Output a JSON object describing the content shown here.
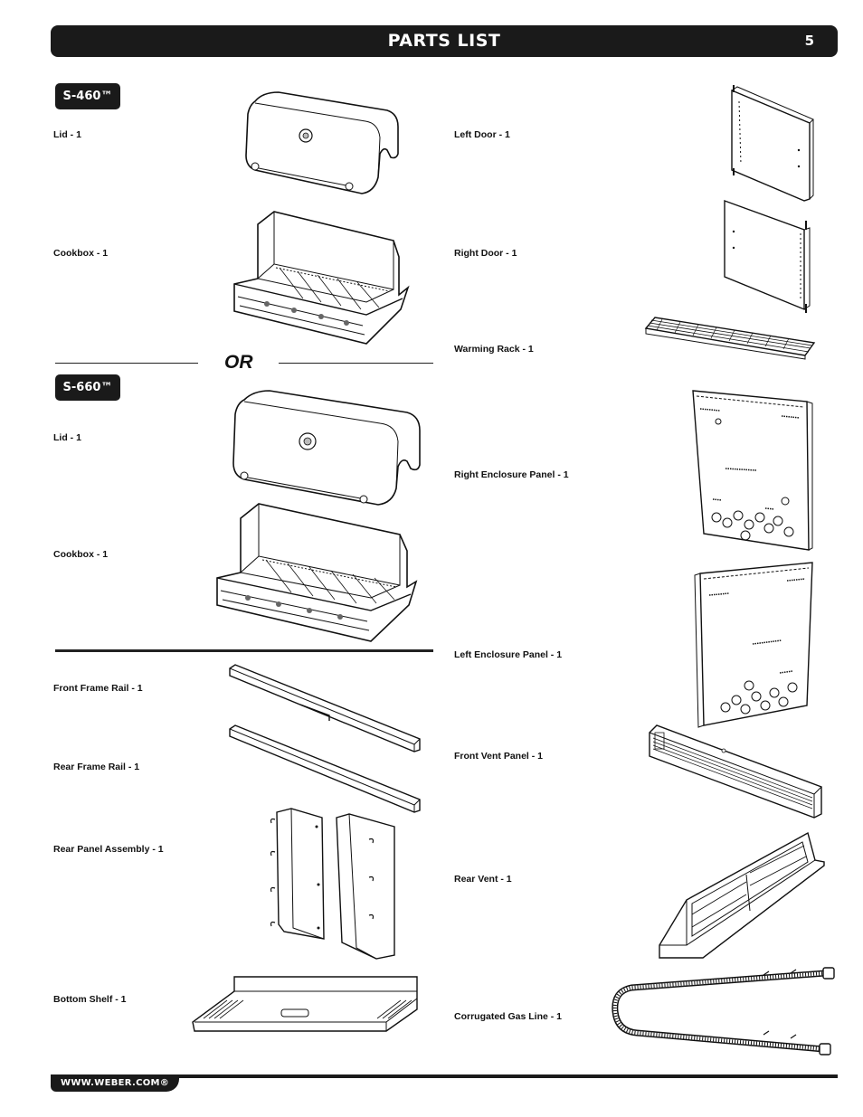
{
  "header": {
    "title": "PARTS LIST",
    "page_number": "5"
  },
  "left_column": {
    "s460": {
      "badge": "S-460™",
      "parts": [
        {
          "label": "Lid - 1",
          "icon": "grill-lid-icon"
        },
        {
          "label": "Cookbox - 1",
          "icon": "cookbox-icon"
        }
      ]
    },
    "separator": "OR",
    "s660": {
      "badge": "S-660™",
      "parts": [
        {
          "label": "Lid - 1",
          "icon": "grill-lid-icon"
        },
        {
          "label": "Cookbox - 1",
          "icon": "cookbox-icon"
        }
      ]
    },
    "common_parts": [
      {
        "label": "Front Frame Rail - 1",
        "icon": "frame-rail-icon"
      },
      {
        "label": "Rear Frame Rail - 1",
        "icon": "frame-rail-icon"
      },
      {
        "label": "Rear Panel Assembly - 1",
        "icon": "rear-panel-icon"
      },
      {
        "label": "Bottom Shelf - 1",
        "icon": "bottom-shelf-icon"
      }
    ]
  },
  "right_column": {
    "parts": [
      {
        "label": "Left Door - 1",
        "icon": "left-door-icon"
      },
      {
        "label": "Right Door - 1",
        "icon": "right-door-icon"
      },
      {
        "label": "Warming Rack - 1",
        "icon": "warming-rack-icon"
      },
      {
        "label": "Right Enclosure Panel - 1",
        "icon": "enclosure-panel-icon"
      },
      {
        "label": "Left Enclosure Panel - 1",
        "icon": "enclosure-panel-icon"
      },
      {
        "label": "Front Vent Panel - 1",
        "icon": "vent-panel-icon"
      },
      {
        "label": "Rear Vent - 1",
        "icon": "rear-vent-icon"
      },
      {
        "label": "Corrugated Gas Line - 1",
        "icon": "gas-line-icon"
      }
    ]
  },
  "footer": {
    "url": "WWW.WEBER.COM®"
  }
}
